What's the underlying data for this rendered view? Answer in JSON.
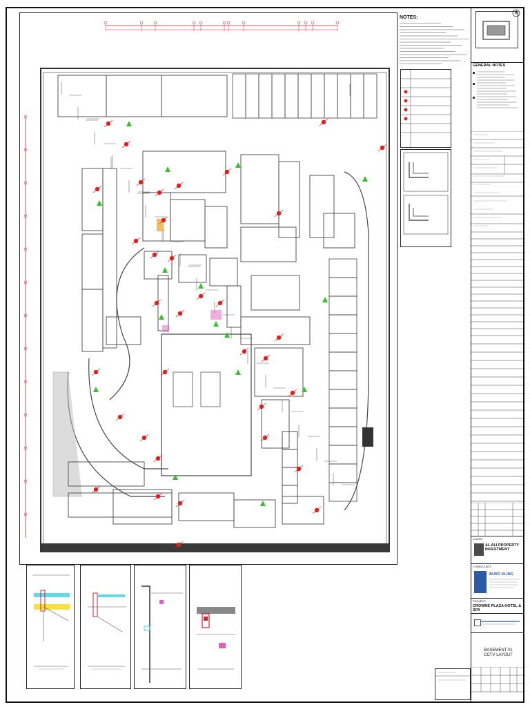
{
  "notes": {
    "heading": "NOTES:"
  },
  "general_notes": {
    "heading": "GENERAL NOTES"
  },
  "title_block": {
    "client_label": "CLIENT:",
    "client_name": "AL ALI PROPERTY INVESTMENT",
    "consultant_label": "CONSULTANT:",
    "consultant_name": "BURO KLING",
    "project_label": "PROJECT:",
    "project_name": "CROWNE PLAZA HOTEL & SPA",
    "drawing_title_line1": "BASEMENT 01",
    "drawing_title_line2": "CCTV LAYOUT"
  },
  "colors": {
    "wall": "#444444",
    "camera_red": "#e0201c",
    "camera_green": "#3cbf2e",
    "dim_red": "#d0202a",
    "fill_orange": "#f0a020",
    "fill_pink": "#e060c0",
    "hl_yellow": "#f6e23a",
    "hl_cyan": "#3ad0e0",
    "logo_blue": "#2a5aa8"
  },
  "icons": {
    "camera_fixed": "red-camera-icon",
    "camera_ptz": "green-camera-icon",
    "north_arrow": "north-arrow-icon"
  }
}
